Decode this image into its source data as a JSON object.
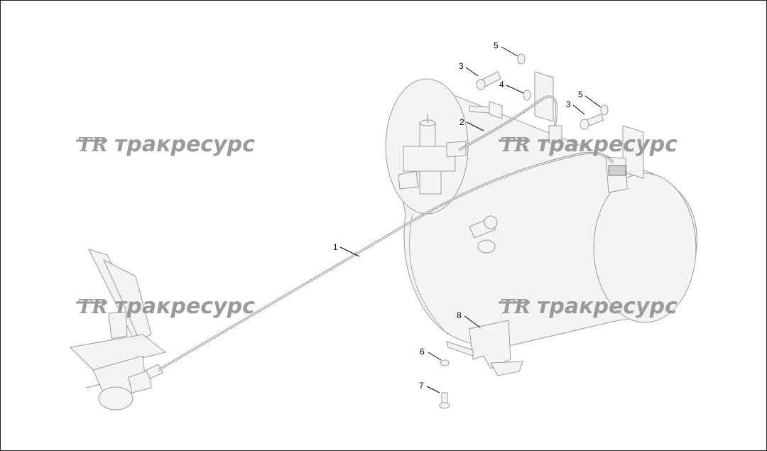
{
  "watermark": {
    "logo": "TR",
    "brand": "тракресурс"
  },
  "callouts": [
    {
      "id": "c1",
      "label": "1"
    },
    {
      "id": "c2",
      "label": "2"
    },
    {
      "id": "c3a",
      "label": "3"
    },
    {
      "id": "c3b",
      "label": "3"
    },
    {
      "id": "c4",
      "label": "4"
    },
    {
      "id": "c5a",
      "label": "5"
    },
    {
      "id": "c5b",
      "label": "5"
    },
    {
      "id": "c6",
      "label": "6"
    },
    {
      "id": "c7",
      "label": "7"
    },
    {
      "id": "c8",
      "label": "8"
    }
  ],
  "colors": {
    "line": "#9a9a9a",
    "watermark": "#9a9a9a",
    "text": "#000000",
    "border": "#222222"
  }
}
